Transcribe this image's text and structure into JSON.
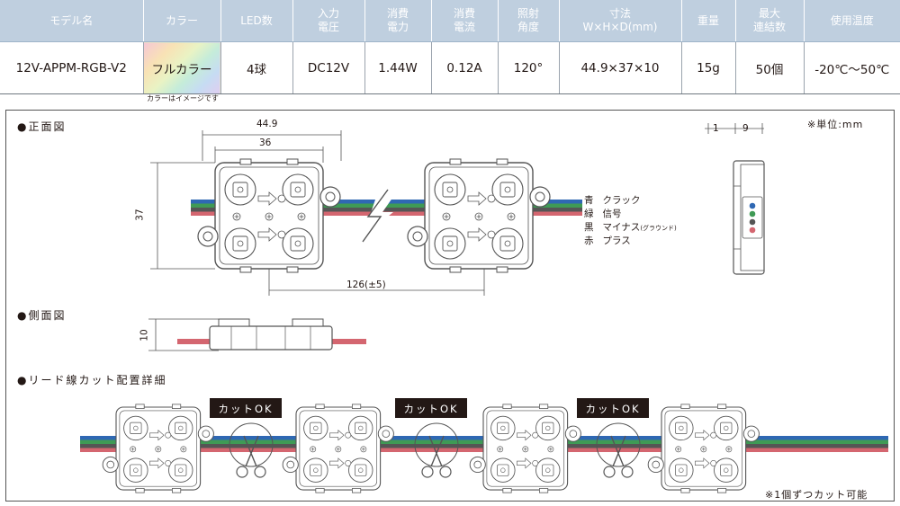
{
  "table": {
    "headers": [
      {
        "l1": "モデル名",
        "l2": ""
      },
      {
        "l1": "カラー",
        "l2": ""
      },
      {
        "l1": "LED数",
        "l2": ""
      },
      {
        "l1": "入力",
        "l2": "電圧"
      },
      {
        "l1": "消費",
        "l2": "電力"
      },
      {
        "l1": "消費",
        "l2": "電流"
      },
      {
        "l1": "照射",
        "l2": "角度"
      },
      {
        "l1": "寸法",
        "l2": "W×H×D(mm)"
      },
      {
        "l1": "重量",
        "l2": ""
      },
      {
        "l1": "最大",
        "l2": "連結数"
      },
      {
        "l1": "使用温度",
        "l2": ""
      }
    ],
    "row": [
      "12V-APPM-RGB-V2",
      "フルカラー",
      "4球",
      "DC12V",
      "1.44W",
      "0.12A",
      "120°",
      "44.9×37×10",
      "15g",
      "50個",
      "-20℃～50℃"
    ],
    "color_note": "カラーはイメージです"
  },
  "sections": {
    "front": "●正面図",
    "side": "●側面図",
    "wiring": "●リード線カット配置詳細"
  },
  "unit_note": "※単位:mm",
  "dims": {
    "width_outer": "44.9",
    "width_inner": "36",
    "height": "37",
    "pitch": "126(±5)",
    "side_d1": "1",
    "side_d2": "9",
    "thickness": "10"
  },
  "wires": [
    {
      "label": "青",
      "desc": "クラック",
      "color": "#2f68b3"
    },
    {
      "label": "緑",
      "desc": "信号",
      "color": "#3f9a55"
    },
    {
      "label": "黒",
      "desc": "マイナス",
      "desc_small": "(グラウンド)",
      "color": "#555555"
    },
    {
      "label": "赤",
      "desc": "プラス",
      "color": "#d46670"
    }
  ],
  "cut_label": "カットOK",
  "cut_note": "※1個ずつカット可能",
  "colors": {
    "header_bg": "#bfcfdf",
    "outline": "#555555"
  }
}
